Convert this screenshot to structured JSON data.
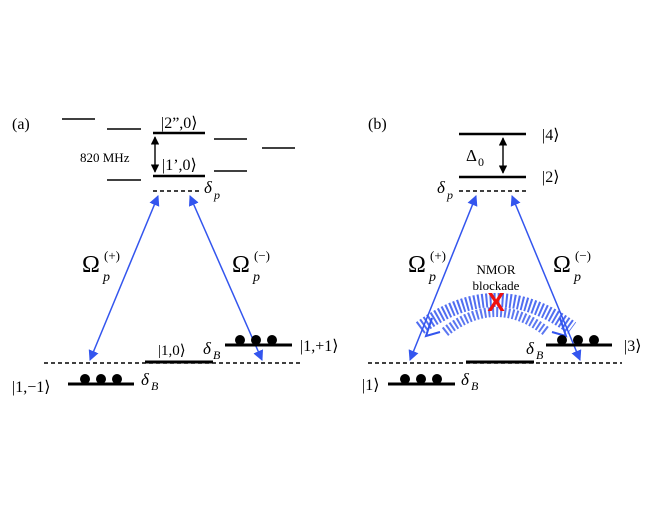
{
  "panels": {
    "a": {
      "label": "(a)",
      "state_2pp": "|2”,0⟩",
      "state_1p": "|1’,0⟩",
      "freq": "820 MHz",
      "delta_p": "δ",
      "delta_p_sub": "p",
      "omega_plus": "Ω",
      "omega_plus_sub": "p",
      "omega_plus_sup": "(+)",
      "omega_minus": "Ω",
      "omega_minus_sub": "p",
      "omega_minus_sup": "(−)",
      "state_10": "|1,0⟩",
      "state_1m1": "|1,−1⟩",
      "state_1p1": "|1,+1⟩",
      "delta_B": "δ",
      "delta_B_sub": "B"
    },
    "b": {
      "label": "(b)",
      "state_4": "|4⟩",
      "state_2": "|2⟩",
      "delta_0": "Δ",
      "delta_0_sub": "0",
      "delta_p": "δ",
      "delta_p_sub": "p",
      "omega_plus": "Ω",
      "omega_plus_sub": "p",
      "omega_plus_sup": "(+)",
      "omega_minus": "Ω",
      "omega_minus_sub": "p",
      "omega_minus_sup": "(−)",
      "nmor_line1": "NMOR",
      "nmor_line2": "blockade",
      "blockade_mark": "X",
      "state_1": "|1⟩",
      "state_3": "|3⟩",
      "delta_B": "δ",
      "delta_B_sub": "B"
    }
  },
  "colors": {
    "laser": "#3355ee",
    "blockade_mark": "#ee1111",
    "level": "#000000"
  }
}
